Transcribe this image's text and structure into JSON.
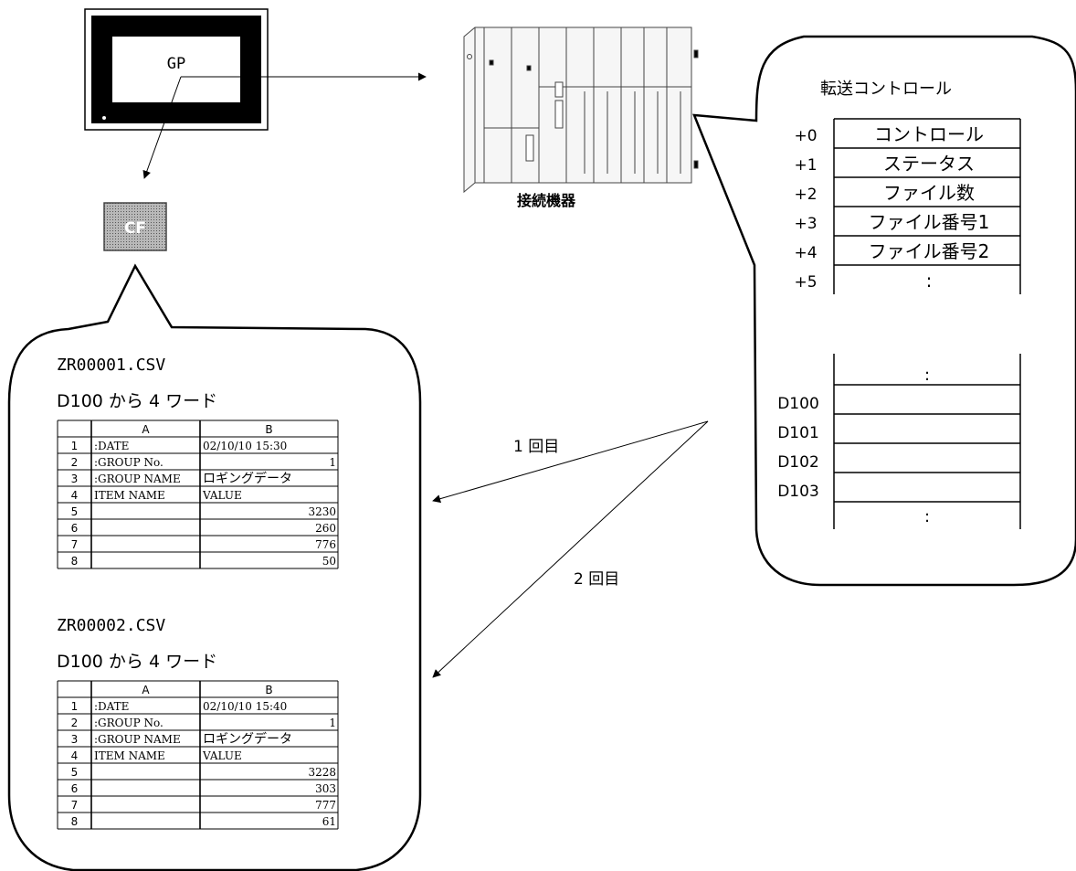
{
  "gp": {
    "label": "GP"
  },
  "cf": {
    "label": "CF"
  },
  "plc": {
    "label": "接続機器"
  },
  "transfer": {
    "title": "転送コントロール",
    "rows": [
      {
        "offset": "+0",
        "name": "コントロール"
      },
      {
        "offset": "+1",
        "name": "ステータス"
      },
      {
        "offset": "+2",
        "name": "ファイル数"
      },
      {
        "offset": "+3",
        "name": "ファイル番号1"
      },
      {
        "offset": "+4",
        "name": "ファイル番号2"
      },
      {
        "offset": "+5",
        "name": ":"
      }
    ],
    "dots": ":",
    "devices": [
      "D100",
      "D101",
      "D102",
      "D103"
    ],
    "dots_bottom": ":"
  },
  "arrows": {
    "first": "1 回目",
    "second": "2 回目"
  },
  "files": [
    {
      "name": "ZR00001.CSV",
      "caption": "D100 から 4 ワード",
      "headers": [
        "",
        "A",
        "B"
      ],
      "rows": [
        [
          "1",
          ":DATE",
          "02/10/10 15:30"
        ],
        [
          "2",
          ":GROUP No.",
          "1"
        ],
        [
          "3",
          ":GROUP NAME",
          "ロギングデータ"
        ],
        [
          "4",
          "ITEM NAME",
          "VALUE"
        ],
        [
          "5",
          "",
          "3230"
        ],
        [
          "6",
          "",
          "260"
        ],
        [
          "7",
          "",
          "776"
        ],
        [
          "8",
          "",
          "50"
        ]
      ]
    },
    {
      "name": "ZR00002.CSV",
      "caption": "D100 から 4 ワード",
      "headers": [
        "",
        "A",
        "B"
      ],
      "rows": [
        [
          "1",
          ":DATE",
          "02/10/10 15:40"
        ],
        [
          "2",
          ":GROUP No.",
          "1"
        ],
        [
          "3",
          ":GROUP NAME",
          "ロギングデータ"
        ],
        [
          "4",
          "ITEM NAME",
          "VALUE"
        ],
        [
          "5",
          "",
          "3228"
        ],
        [
          "6",
          "",
          "303"
        ],
        [
          "7",
          "",
          "777"
        ],
        [
          "8",
          "",
          "61"
        ]
      ]
    }
  ]
}
